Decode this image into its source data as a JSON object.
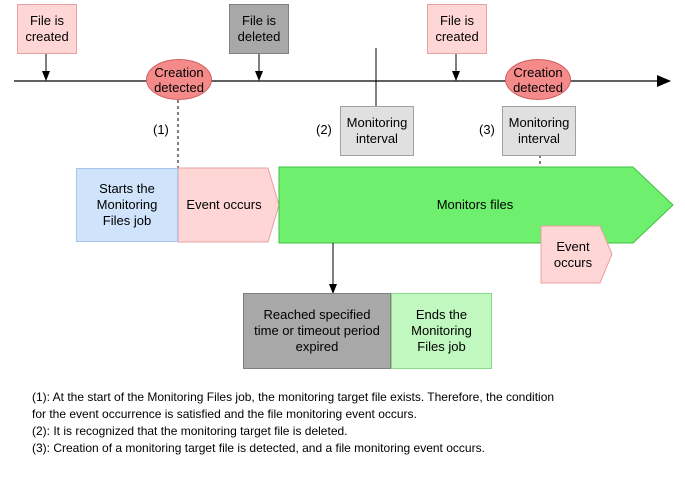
{
  "timeline": {
    "file_created_1": "File is\ncreated",
    "file_deleted": "File is\ndeleted",
    "file_created_2": "File is\ncreated",
    "creation_detected_1": "Creation\ndetected",
    "creation_detected_2": "Creation\ndetected",
    "monitoring_interval_1": "Monitoring\ninterval",
    "monitoring_interval_2": "Monitoring\ninterval",
    "marker_1": "(1)",
    "marker_2": "(2)",
    "marker_3": "(3)"
  },
  "flow": {
    "starts_job": "Starts the\nMonitoring\nFiles job",
    "event_occurs_1": "Event occurs",
    "monitors_files": "Monitors files",
    "event_occurs_2": "Event\noccurs",
    "reached_time": "Reached specified\ntime or timeout period\nexpired",
    "ends_job": "Ends the\nMonitoring\nFiles job"
  },
  "notes": [
    "(1): At the start of the Monitoring Files job, the monitoring target file exists. Therefore, the condition",
    "for the event occurrence is satisfied and the file monitoring event occurs.",
    "(2): It is recognized that the monitoring target file is deleted.",
    "(3): Creation of a monitoring target file is detected, and a file monitoring event occurs."
  ],
  "colors": {
    "pink": "#ffd6d6",
    "oval": "#f58a8a",
    "dark_gray": "#a8a8a8",
    "light_gray": "#e0e0e0",
    "blue": "#cfe3fb",
    "green": "#6ef06e",
    "light_green": "#c0f8c0"
  }
}
